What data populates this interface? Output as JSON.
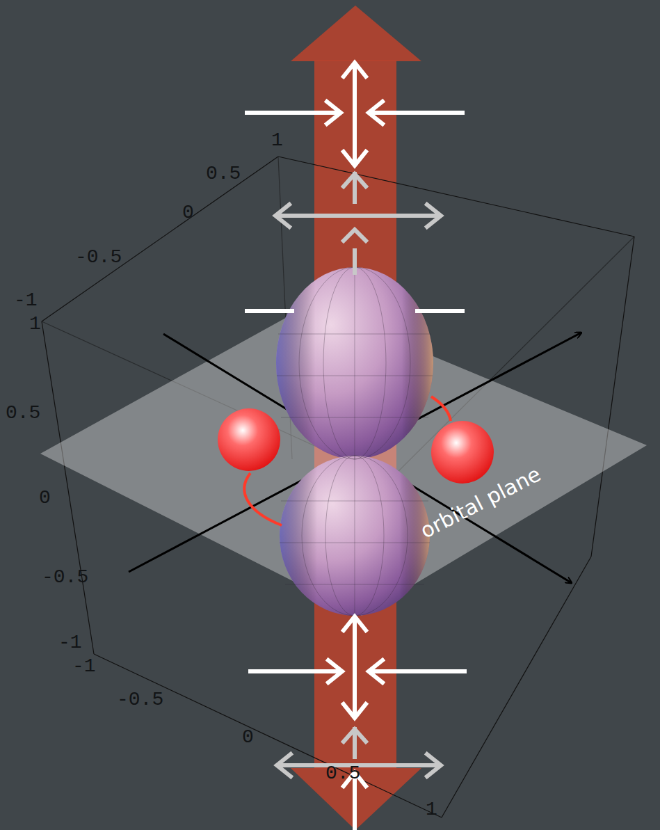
{
  "diagram": {
    "labels": [
      "1",
      "0.5",
      "0",
      "-0.5",
      "-1",
      "1",
      "0.5",
      "0",
      "-0.5",
      "-1",
      "-1",
      "-0.5",
      "0",
      "0.5",
      "1",
      "orbital plane"
    ]
  }
}
